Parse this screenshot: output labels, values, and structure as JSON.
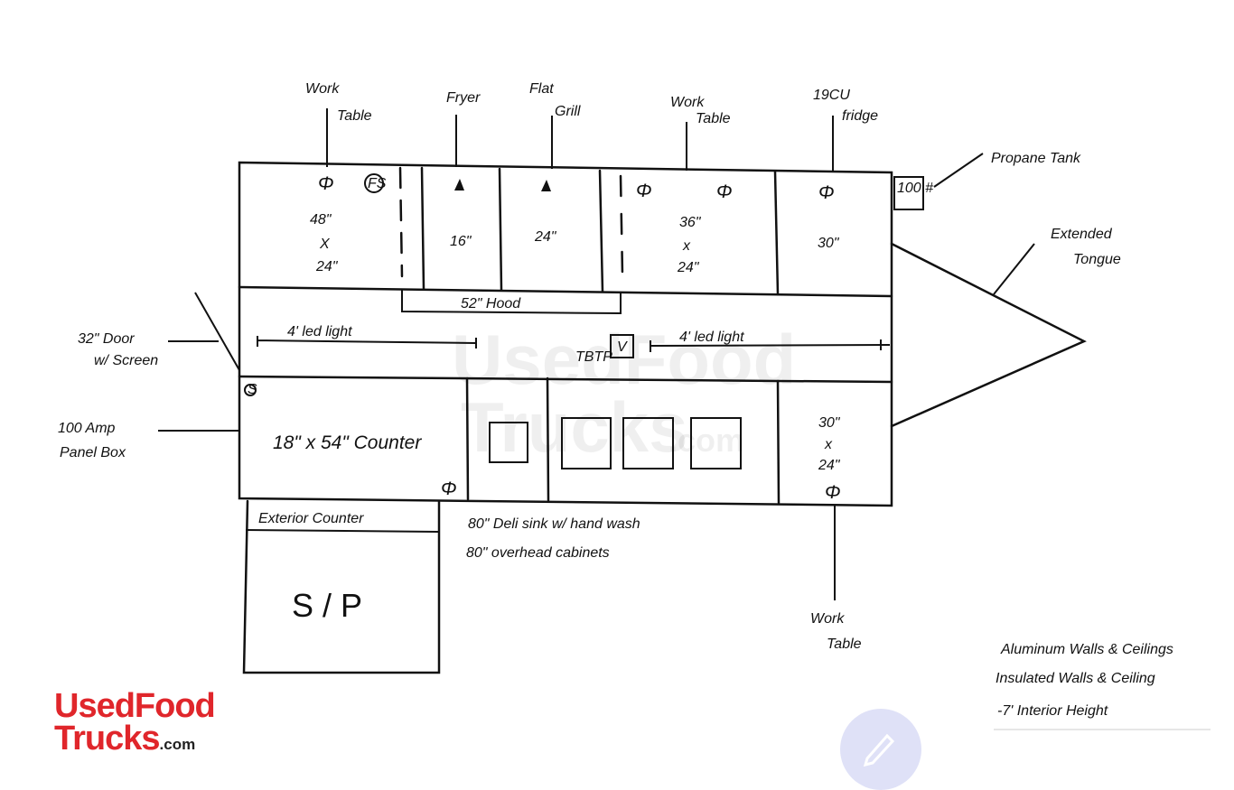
{
  "labels": {
    "work_table_1": [
      "Work",
      "Table"
    ],
    "fryer": "Fryer",
    "flat_grill": [
      "Flat",
      "Grill"
    ],
    "work_table_2": [
      "Work",
      "Table"
    ],
    "fridge": [
      "19CU",
      "fridge"
    ],
    "propane_tank": "Propane Tank",
    "propane_size": "100 #",
    "extended_tongue": [
      "Extended",
      "Tongue"
    ],
    "door": [
      "32\" Door",
      "w/ Screen"
    ],
    "panel_box": [
      "100 Amp",
      "Panel Box"
    ],
    "work_table_3": [
      "Work",
      "Table"
    ]
  },
  "cells": {
    "work_table_1_dims": [
      "48\"",
      "X",
      "24\""
    ],
    "fire_suppression": "FS",
    "fryer_width": "16\"",
    "grill_width": "24\"",
    "work_table_2_dims": [
      "36\"",
      "x",
      "24\""
    ],
    "fridge_width": "30\"",
    "hood": "52\" Hood",
    "led_light_1": "4' led light",
    "led_light_2": "4' led light",
    "vent": "V",
    "vent_note": "TBTP",
    "counter": "18\" x 54\" Counter",
    "work_table_3_dims": [
      "30\"",
      "x",
      "24\""
    ],
    "panel_marker": "S",
    "exterior_counter": "Exterior Counter",
    "sp": "S / P"
  },
  "notes": {
    "sink": "80\" Deli sink w/ hand wash",
    "cabinets": "80\" overhead cabinets",
    "specs": [
      "Aluminum Walls & Ceilings",
      "Insulated Walls & Ceiling",
      "-7' Interior Height"
    ]
  },
  "logo": {
    "line1": "UsedFood",
    "line2": "Trucks",
    "suffix": ".com"
  },
  "watermark": {
    "line1": "UsedFood",
    "line2": "Trucks",
    "suffix": ".com"
  },
  "colors": {
    "brand": "#e0262b",
    "ink": "#111111",
    "fab": "#dfe1f7"
  }
}
